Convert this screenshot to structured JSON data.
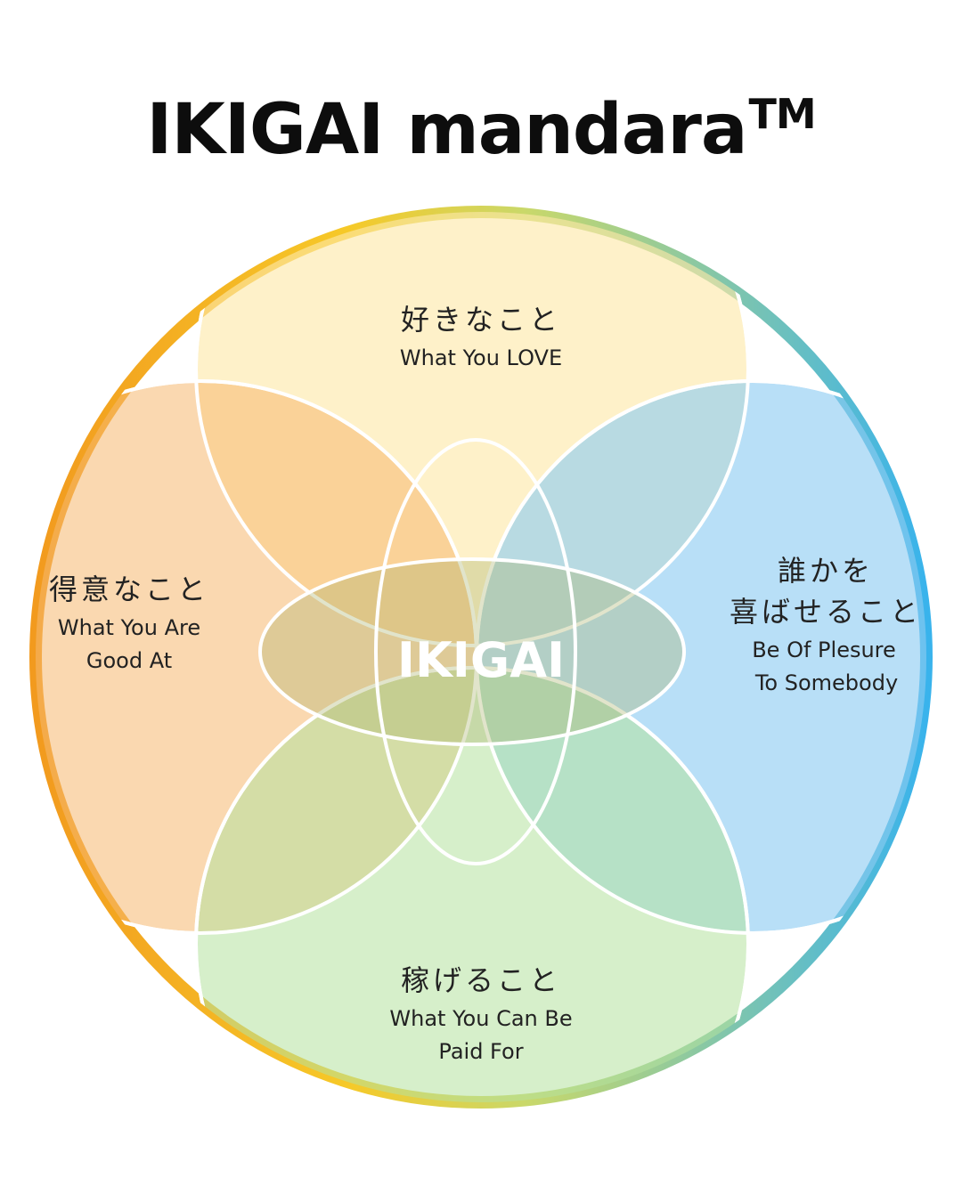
{
  "title": {
    "main": "IKIGAI mandara",
    "trademark": "TM"
  },
  "center_label": "IKIGAI",
  "regions": {
    "love": {
      "jp": "好きなこと",
      "en": [
        "What You LOVE"
      ],
      "color": "#FDE9A8"
    },
    "good_at": {
      "jp": "得意なこと",
      "en": [
        "What You Are",
        "Good At"
      ],
      "color": "#F8C88A"
    },
    "pleasure": {
      "jp_lines": [
        "誰かを",
        "喜ばせること"
      ],
      "en": [
        "Be Of Plesure",
        "To Somebody"
      ],
      "color": "#9ED3F6"
    },
    "paid": {
      "jp": "稼げること",
      "en": [
        "What You Can Be",
        "Paid For"
      ],
      "color": "#C6EBB4"
    }
  },
  "colors": {
    "ring_left": "#F29A1E",
    "ring_top": "#F7D529",
    "ring_right": "#39B3EC",
    "ring_bottom": "#F5D42B",
    "center_fill": "#A8B36A"
  }
}
